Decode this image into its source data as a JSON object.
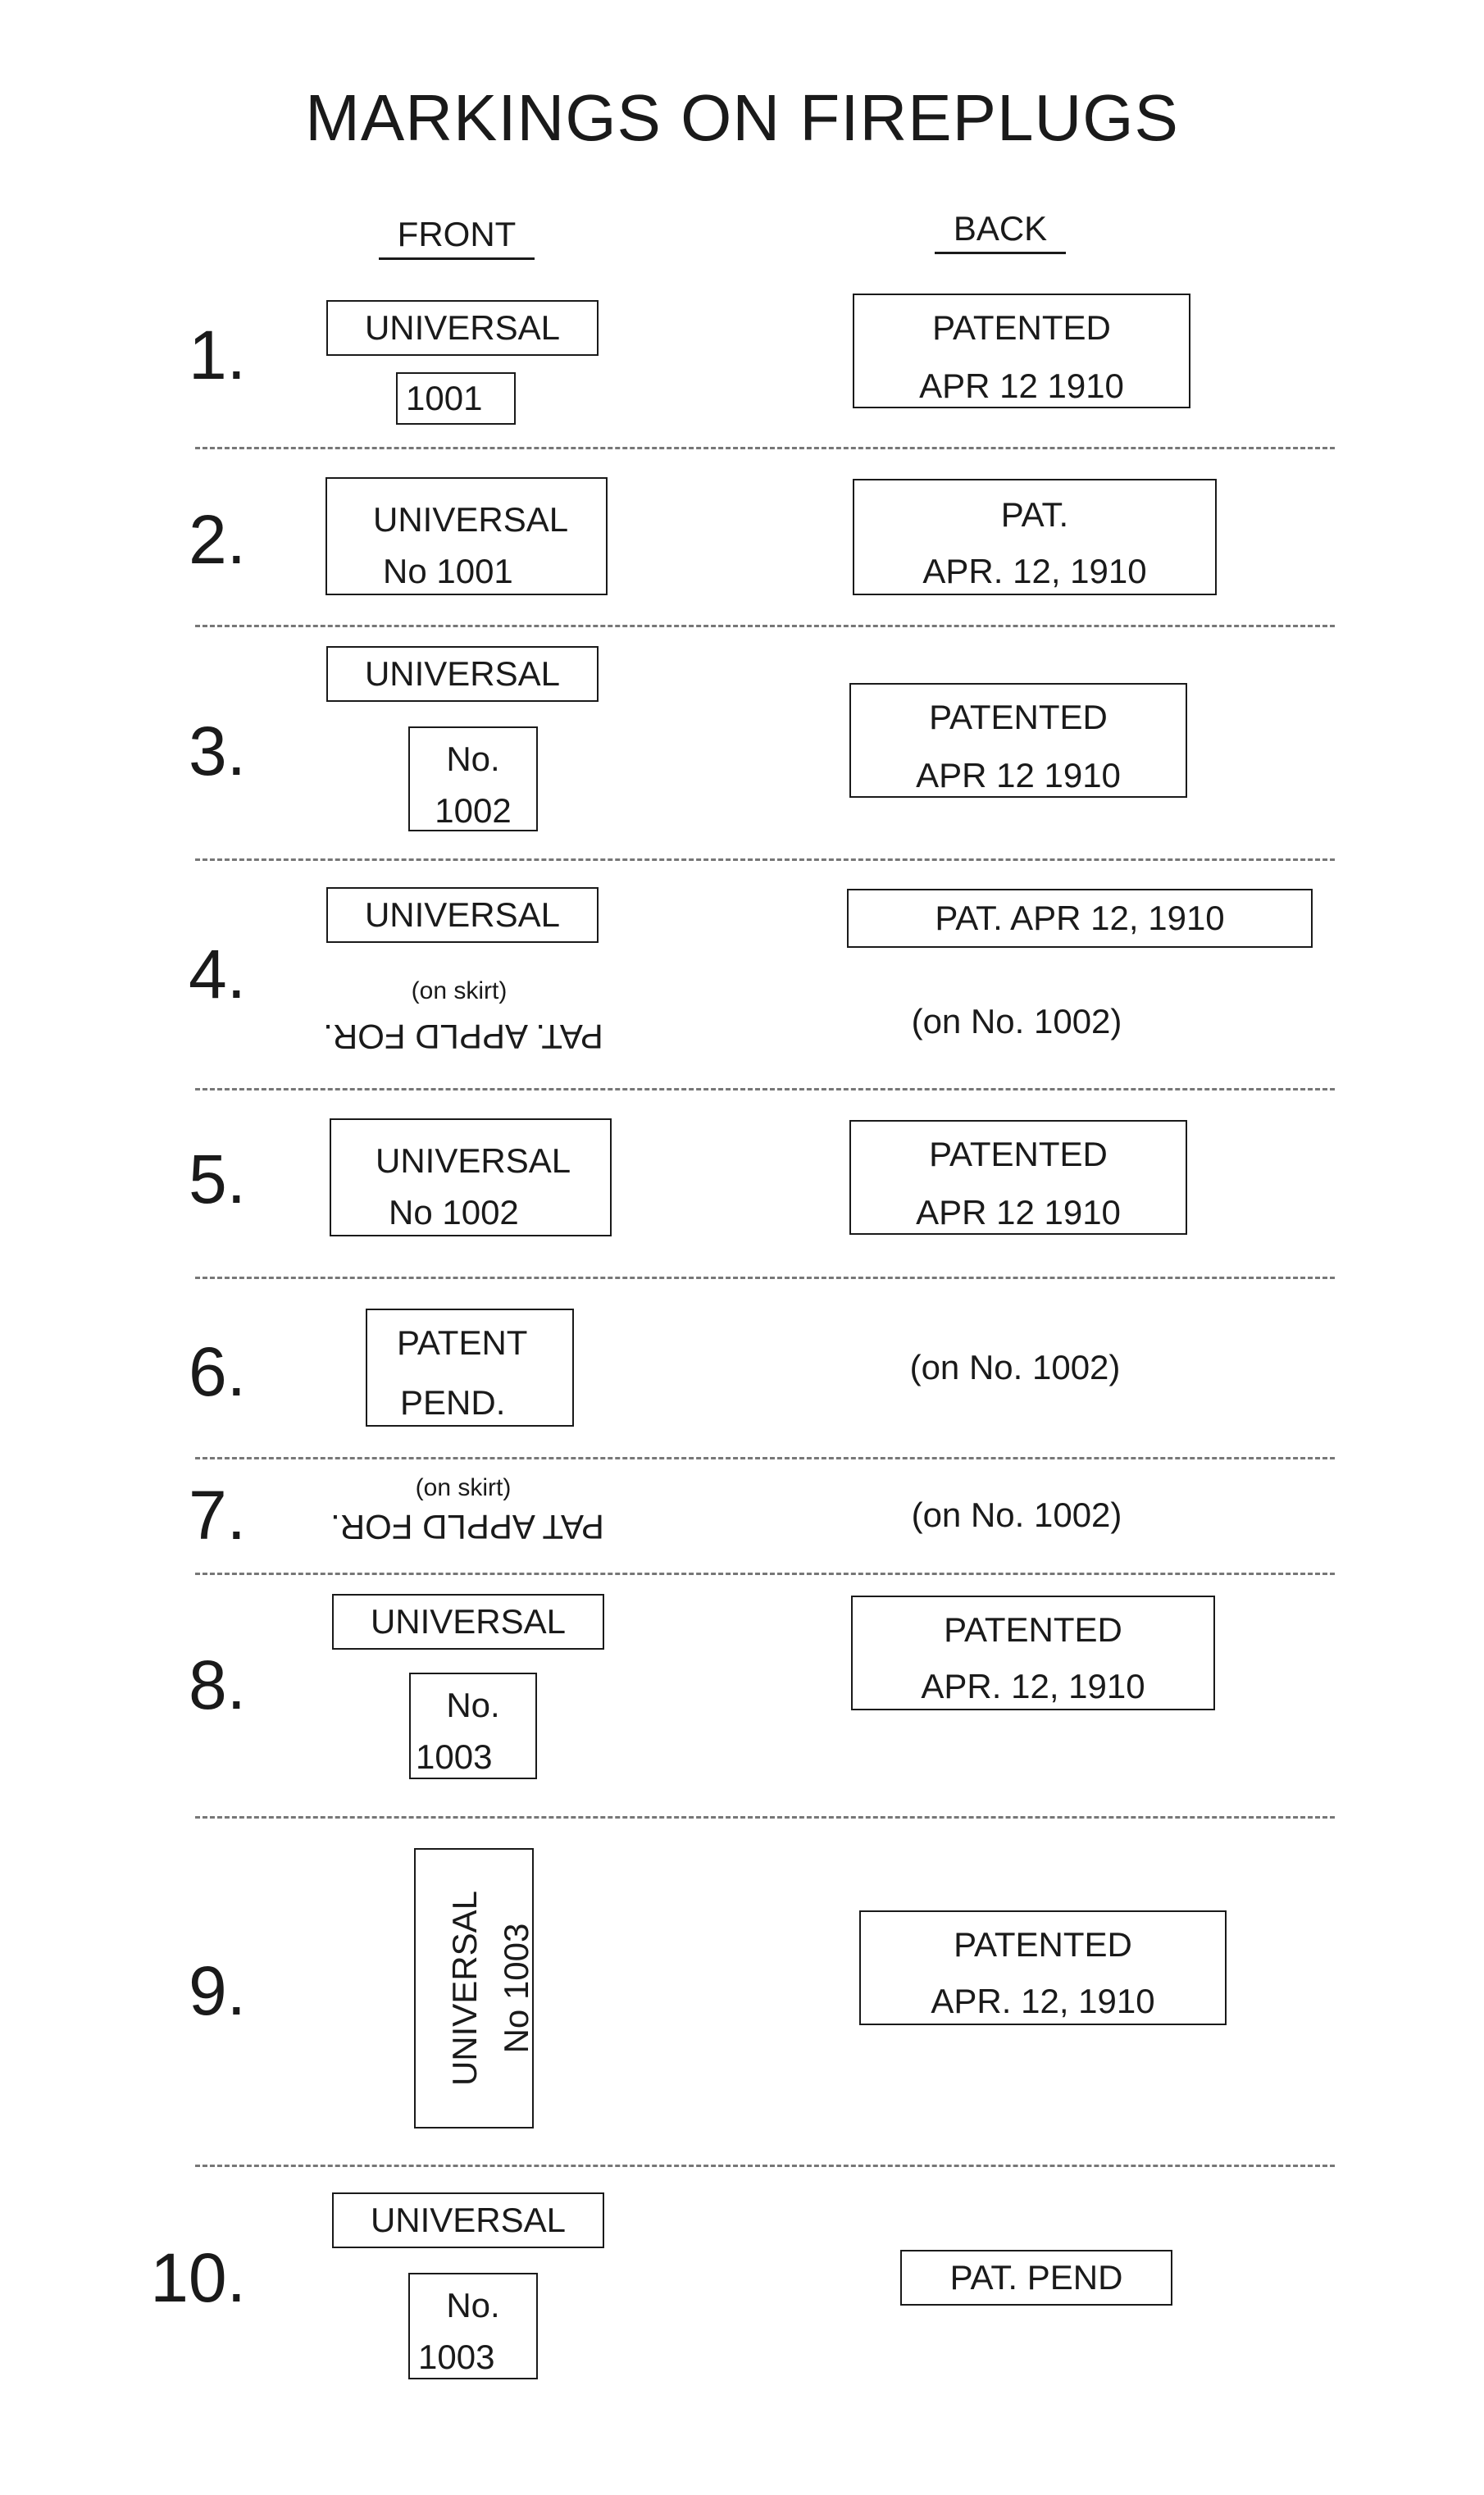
{
  "title": "MARKINGS ON FIREPLUGS",
  "columns": {
    "front": "FRONT",
    "back": "BACK"
  },
  "rows": [
    {
      "num": "1.",
      "front": [
        "UNIVERSAL",
        "1001"
      ],
      "back": [
        "PATENTED",
        "APR 12 1910"
      ]
    },
    {
      "num": "2.",
      "front": [
        "UNIVERSAL",
        "No 1001"
      ],
      "back": [
        "PAT.",
        "APR. 12, 1910"
      ]
    },
    {
      "num": "3.",
      "front": [
        "UNIVERSAL",
        "No.",
        "1002"
      ],
      "back": [
        "PATENTED",
        "APR 12 1910"
      ]
    },
    {
      "num": "4.",
      "front": [
        "UNIVERSAL",
        "(on skirt)",
        "PAT. APPLD FOR."
      ],
      "back": [
        "PAT. APR 12, 1910",
        "(on No. 1002)"
      ]
    },
    {
      "num": "5.",
      "front": [
        "UNIVERSAL",
        "No 1002"
      ],
      "back": [
        "PATENTED",
        "APR 12 1910"
      ]
    },
    {
      "num": "6.",
      "front": [
        "PATENT",
        "PEND."
      ],
      "back": [
        "(on No. 1002)"
      ]
    },
    {
      "num": "7.",
      "front": [
        "(on skirt)",
        "PAT APPLD FOR."
      ],
      "back": [
        "(on No. 1002)"
      ]
    },
    {
      "num": "8.",
      "front": [
        "UNIVERSAL",
        "No.",
        "1003"
      ],
      "back": [
        "PATENTED",
        "APR. 12, 1910"
      ]
    },
    {
      "num": "9.",
      "front": [
        "UNIVERSAL",
        "No 1003"
      ],
      "back": [
        "PATENTED",
        "APR. 12, 1910"
      ]
    },
    {
      "num": "10.",
      "front": [
        "UNIVERSAL",
        "No.",
        "1003"
      ],
      "back": [
        "PAT. PEND"
      ]
    }
  ]
}
